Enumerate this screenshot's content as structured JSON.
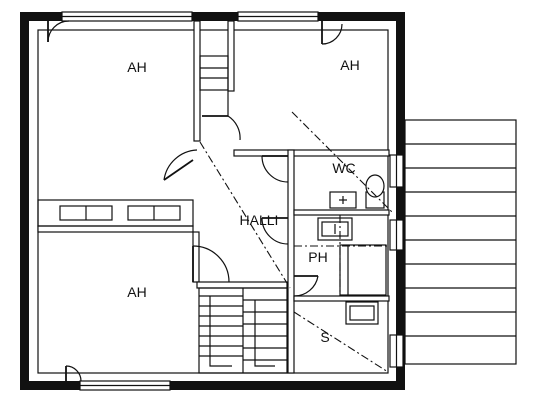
{
  "rooms": {
    "ah_top_left": "AH",
    "ah_top_right": "AH",
    "halli": "HALLI",
    "wc": "WC",
    "ph": "PH",
    "s": "S",
    "ah_bottom_left": "AH"
  }
}
